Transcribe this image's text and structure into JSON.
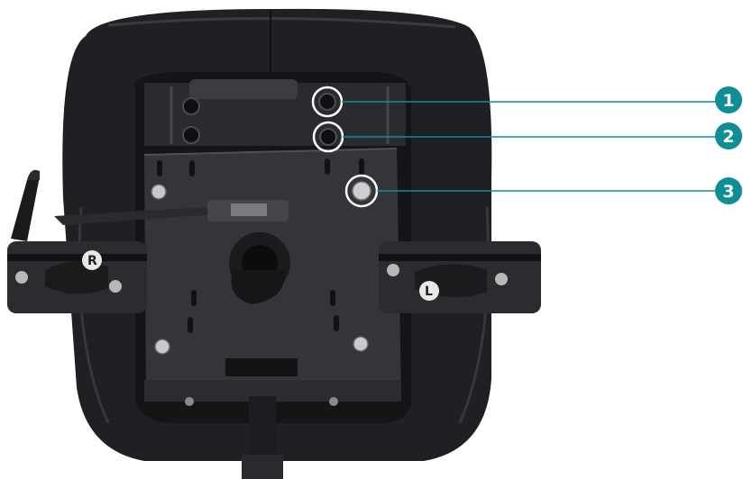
{
  "colors": {
    "accent": "#0e8f96",
    "cushion": "#222326",
    "cushion_dark": "#141517",
    "plate": "#3a3b3e",
    "metal": "#b8b8b8",
    "highlight_ring": "#ffffff"
  },
  "callouts": [
    {
      "number": "1",
      "target": "upper-mounting-hole"
    },
    {
      "number": "2",
      "target": "lower-mounting-hole"
    },
    {
      "number": "3",
      "target": "mounting-bolt"
    }
  ],
  "side_labels": {
    "right": "R",
    "left": "L"
  }
}
